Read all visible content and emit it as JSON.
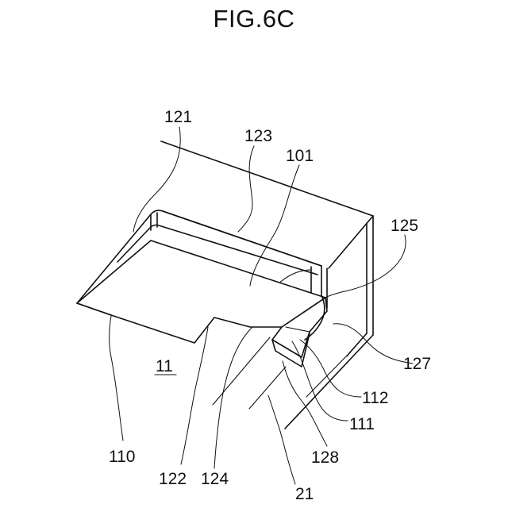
{
  "figure": {
    "title": "FIG.6C",
    "labels": {
      "l121": "121",
      "l123": "123",
      "l101": "101",
      "l125": "125",
      "l127": "127",
      "l112": "112",
      "l111": "111",
      "l128": "128",
      "l21": "21",
      "l11": "11",
      "l110": "110",
      "l122": "122",
      "l124": "124"
    }
  }
}
